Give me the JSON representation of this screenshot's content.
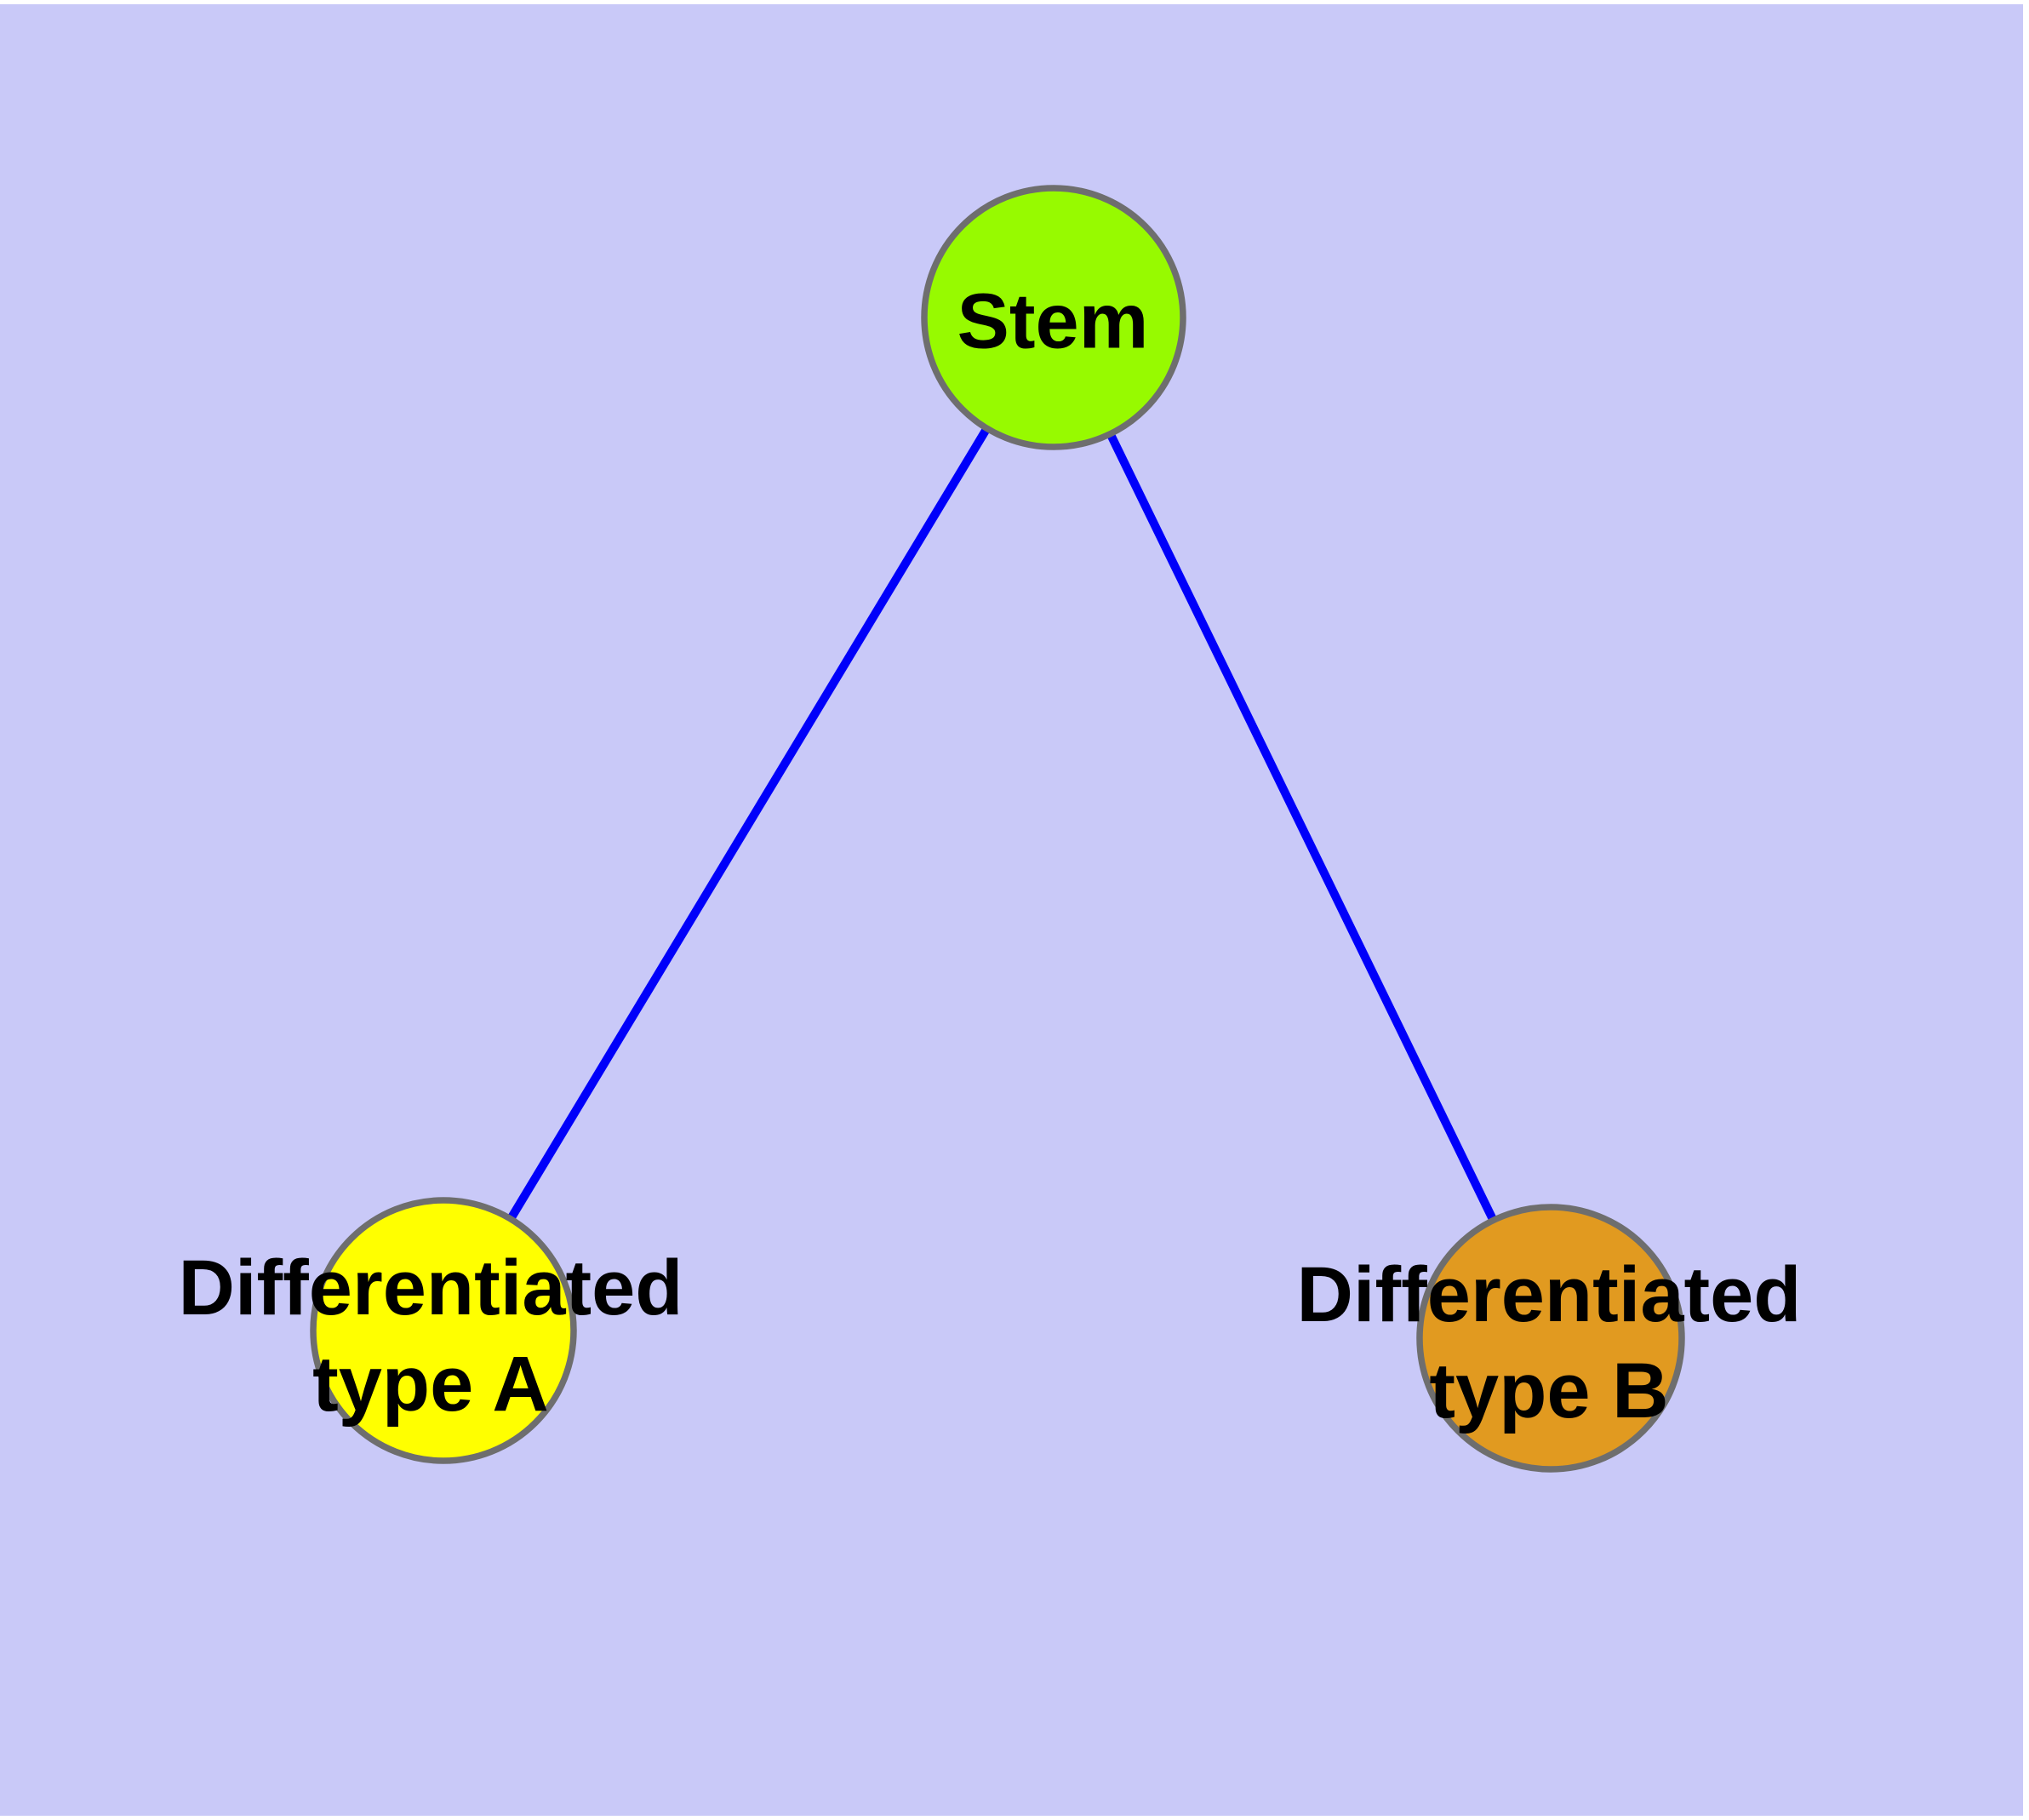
{
  "diagram": {
    "background_color": "#C9C9F8",
    "edge_color": "#0000FA",
    "node_border_color": "#6E6E6E",
    "label_color": "#000000",
    "nodes": [
      {
        "id": "stem",
        "label": "Stem",
        "fill": "#97FA00"
      },
      {
        "id": "differentiated-type-a",
        "label_line1": "Differentiated",
        "label_line2": "type A",
        "fill": "#FFFF00"
      },
      {
        "id": "differentiated-type-b",
        "label_line1": "Differentiated",
        "label_line2": "type B",
        "fill": "#E19A20"
      }
    ],
    "edges": [
      {
        "from": "Stem",
        "to": "Differentiated type A"
      },
      {
        "from": "Stem",
        "to": "Differentiated type B"
      }
    ]
  }
}
